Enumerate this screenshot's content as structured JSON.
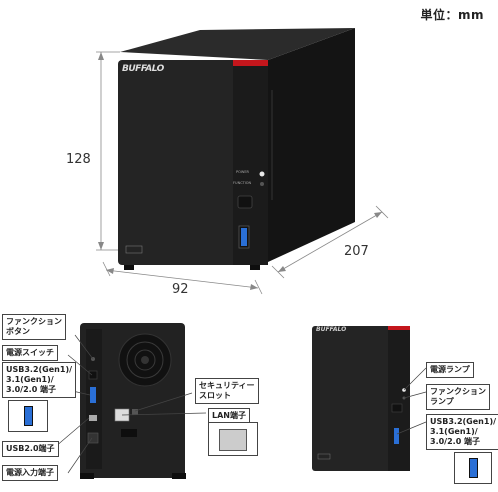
{
  "unit_label": "単位：mm",
  "dimensions": {
    "height": "128",
    "width": "92",
    "depth": "207"
  },
  "brand": "BUFFALO",
  "front_labels": {
    "power": "POWER",
    "function": "FUNCTION"
  },
  "back_callouts": {
    "function_button": "ファンクション\nボタン",
    "power_switch": "電源スイッチ",
    "usb32": "USB3.2(Gen1)/\n3.1(Gen1)/\n3.0/2.0 端子",
    "usb20": "USB2.0端子",
    "power_input": "電源入力端子",
    "security_slot": "セキュリティー\nスロット",
    "lan": "LAN端子"
  },
  "front_callouts": {
    "power_lamp": "電源ランプ",
    "function_lamp": "ファンクション\nランプ",
    "usb32": "USB3.2(Gen1)/\n3.1(Gen1)/\n3.0/2.0 端子"
  },
  "colors": {
    "body": "#1e1e1e",
    "accent": "#c4161c",
    "usb_blue": "#2a6fd6"
  }
}
